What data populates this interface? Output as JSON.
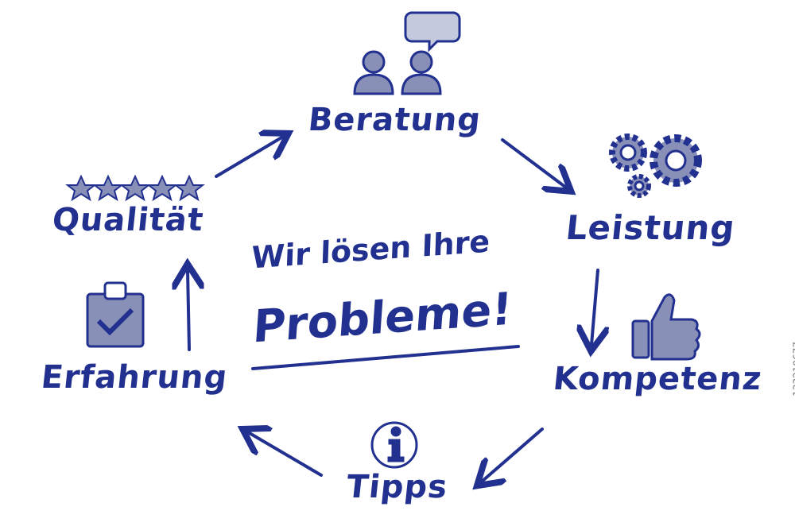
{
  "cycle": {
    "beratung": "Beratung",
    "leistung": "Leistung",
    "kompetenz": "Kompetenz",
    "tipps": "Tipps",
    "erfahrung": "Erfahrung",
    "qualitaet": "Qualität"
  },
  "center": {
    "line1": "Wir lösen Ihre",
    "line2": "Probleme!"
  },
  "rating_stars": 5,
  "watermark_id": "133219677",
  "colors": {
    "ink": "#22308f",
    "icon_fill": "#8890b8",
    "background": "#ffffff"
  },
  "icons": [
    "people-speech-icon",
    "gears-icon",
    "thumbs-up-icon",
    "info-icon",
    "clipboard-check-icon",
    "stars-icon"
  ]
}
